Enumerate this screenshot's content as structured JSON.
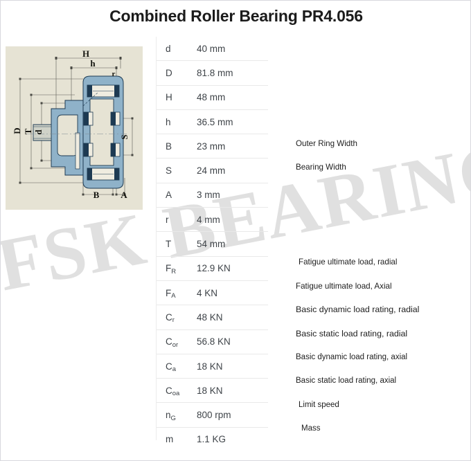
{
  "page": {
    "title": "Combined Roller Bearing PR4.056",
    "watermark": "FSK BEARING",
    "watermark_color": "#e0e0e0",
    "background": "#ffffff"
  },
  "drawing": {
    "name": "combined-roller-bearing-cross-section",
    "background_color": "#e6e3d4",
    "body_color": "#8fb2c9",
    "line_color": "#1d3a52",
    "dimension_labels": [
      {
        "id": "H",
        "text": "H",
        "position": "top"
      },
      {
        "id": "h",
        "text": "h",
        "position": "top"
      },
      {
        "id": "r",
        "text": "r",
        "position": "top-right"
      },
      {
        "id": "D",
        "text": "D",
        "position": "left"
      },
      {
        "id": "T",
        "text": "T",
        "position": "left"
      },
      {
        "id": "d",
        "text": "d",
        "position": "left"
      },
      {
        "id": "S",
        "text": "S",
        "position": "right"
      },
      {
        "id": "B",
        "text": "B",
        "position": "bottom"
      },
      {
        "id": "A",
        "text": "A",
        "position": "bottom"
      }
    ]
  },
  "spec_table": {
    "rows": [
      {
        "symbol": "d",
        "sub": "",
        "value": "40 mm",
        "description": ""
      },
      {
        "symbol": "D",
        "sub": "",
        "value": "81.8 mm",
        "description": ""
      },
      {
        "symbol": "H",
        "sub": "",
        "value": "48 mm",
        "description": ""
      },
      {
        "symbol": "h",
        "sub": "",
        "value": "36.5 mm",
        "description": ""
      },
      {
        "symbol": "B",
        "sub": "",
        "value": "23 mm",
        "description": "Outer Ring Width"
      },
      {
        "symbol": "S",
        "sub": "",
        "value": "24 mm",
        "description": "Bearing Width"
      },
      {
        "symbol": "A",
        "sub": "",
        "value": "3 mm",
        "description": ""
      },
      {
        "symbol": "r",
        "sub": "",
        "value": "4 mm",
        "description": ""
      },
      {
        "symbol": "T",
        "sub": "",
        "value": "54 mm",
        "description": ""
      },
      {
        "symbol": "F",
        "sub": "R",
        "value": "12.9 KN",
        "description": "Fatigue ultimate load, radial"
      },
      {
        "symbol": "F",
        "sub": "A",
        "value": "4 KN",
        "description": "Fatigue ultimate load, Axial"
      },
      {
        "symbol": "C",
        "sub": "r",
        "value": "48 KN",
        "description": "Basic dynamic load rating, radial"
      },
      {
        "symbol": "C",
        "sub": "or",
        "value": "56.8 KN",
        "description": "Basic static load rating, radial"
      },
      {
        "symbol": "C",
        "sub": "a",
        "value": "18 KN",
        "description": "Basic dynamic load rating, axial"
      },
      {
        "symbol": "C",
        "sub": "oa",
        "value": "18 KN",
        "description": "Basic static load rating, axial"
      },
      {
        "symbol": "n",
        "sub": "G",
        "value": "800 rpm",
        "description": "Limit speed"
      },
      {
        "symbol": "m",
        "sub": "",
        "value": "1.1 KG",
        "description": "Mass"
      }
    ]
  }
}
